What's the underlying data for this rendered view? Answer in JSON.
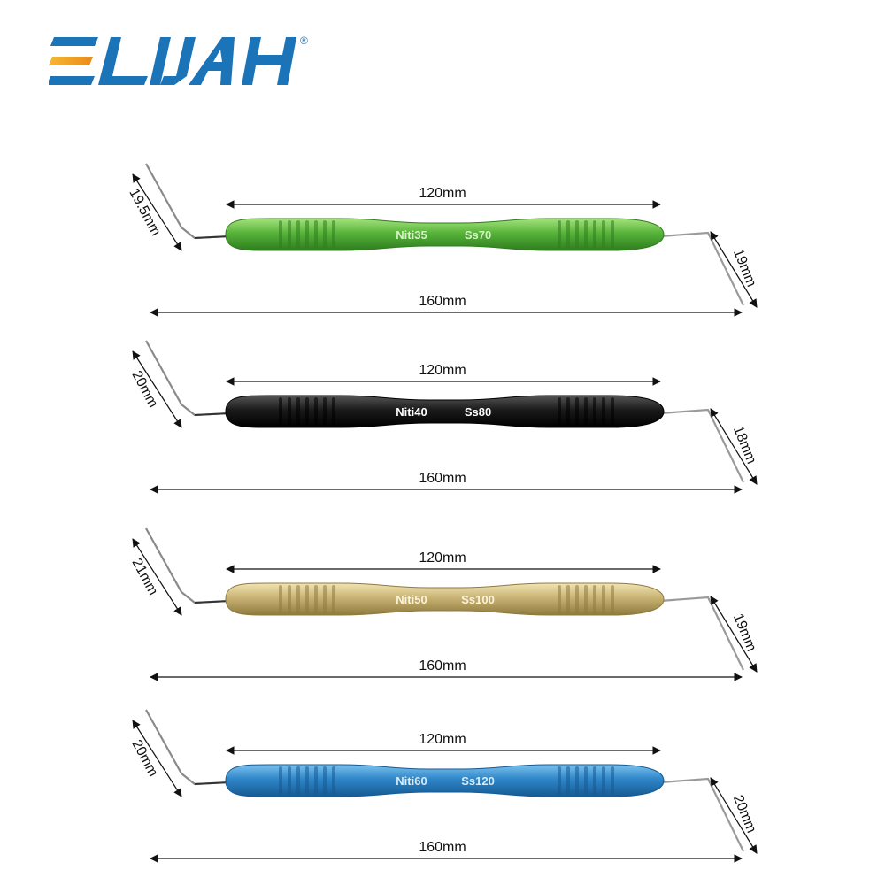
{
  "brand": {
    "name": "ELIJAH",
    "registered_mark": "®",
    "colors": {
      "primary": "#1b73b8",
      "accent": "#f2a322"
    }
  },
  "instruments": [
    {
      "niti_label": "Niti35",
      "ss_label": "Ss70",
      "handle_color": "#57b43a",
      "handle_dark": "#2f7d1f",
      "handle_light": "#a6e27c",
      "text_color": "#d8f2c8",
      "inner_length": "120mm",
      "total_length": "160mm",
      "left_tip": "19.5mm",
      "right_tip": "19mm"
    },
    {
      "niti_label": "Niti40",
      "ss_label": "Ss80",
      "handle_color": "#1a1a1a",
      "handle_dark": "#000000",
      "handle_light": "#555555",
      "text_color": "#ffffff",
      "inner_length": "120mm",
      "total_length": "160mm",
      "left_tip": "20mm",
      "right_tip": "18mm"
    },
    {
      "niti_label": "Niti50",
      "ss_label": "Ss100",
      "handle_color": "#c9b475",
      "handle_dark": "#8f7a3e",
      "handle_light": "#f1e4b3",
      "text_color": "#fbf4dc",
      "inner_length": "120mm",
      "total_length": "160mm",
      "left_tip": "21mm",
      "right_tip": "19mm"
    },
    {
      "niti_label": "Niti60",
      "ss_label": "Ss120",
      "handle_color": "#2f86c8",
      "handle_dark": "#165a94",
      "handle_light": "#7cc2ee",
      "text_color": "#d6ecfa",
      "inner_length": "120mm",
      "total_length": "160mm",
      "left_tip": "20mm",
      "right_tip": "20mm"
    }
  ]
}
